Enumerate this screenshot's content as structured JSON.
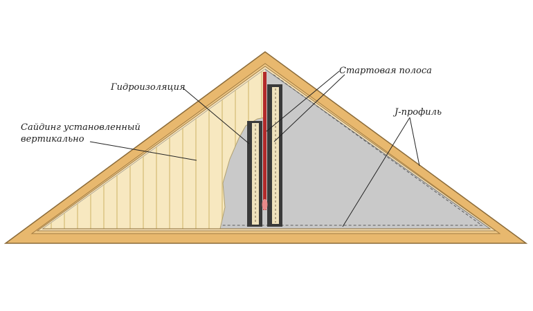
{
  "labels": {
    "waterproofing": "Гидроизоляция",
    "starter_strip": "Стартовая полоса",
    "j_profile": "J-профиль",
    "siding_line1": "Сайдинг установленный",
    "siding_line2": "вертикально"
  },
  "colors": {
    "frame": "#e8b86e",
    "frame_edge": "#8a6a38",
    "siding": "#f7e8c0",
    "siding_line": "#e4cf96",
    "membrane": "#c9c9c9",
    "strip": "#2e2e2e",
    "pipe": "#b32a2a",
    "leader": "#222222"
  }
}
